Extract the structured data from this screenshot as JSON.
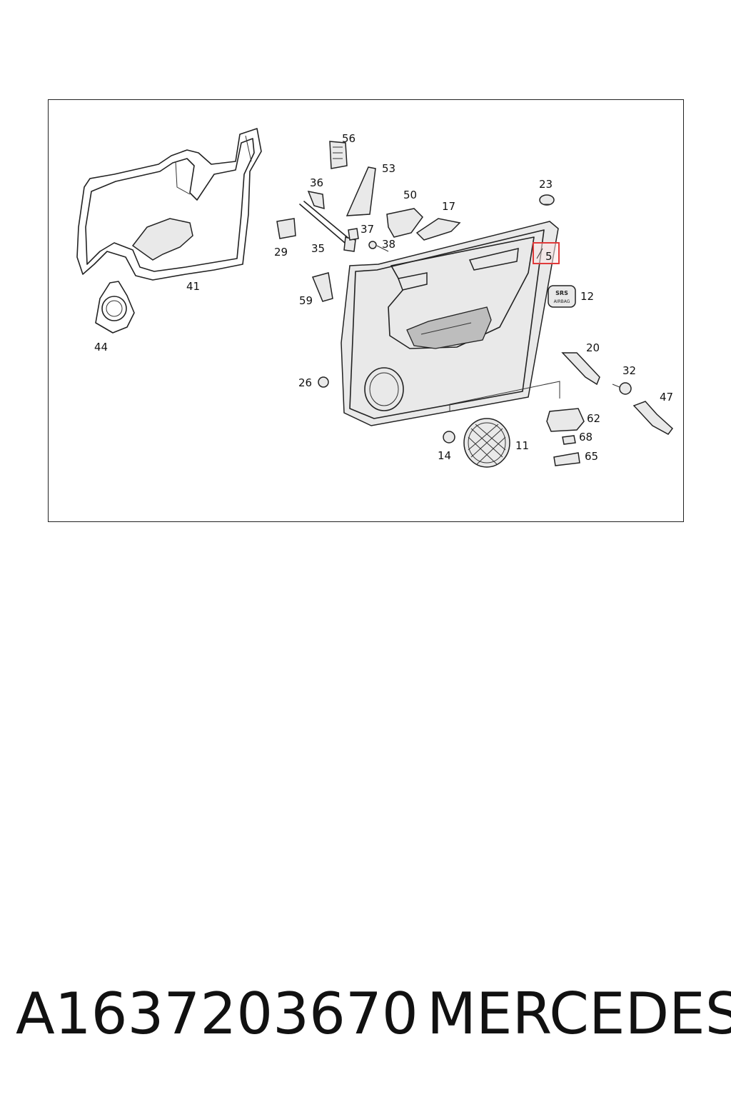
{
  "diagram": {
    "highlighted_callout": "5",
    "highlight_color": "#e03a3a",
    "callouts": {
      "c56": "56",
      "c53": "53",
      "c36": "36",
      "c50": "50",
      "c17": "17",
      "c23": "23",
      "c29": "29",
      "c35": "35",
      "c37": "37",
      "c38": "38",
      "c5": "5",
      "c41": "41",
      "c59": "59",
      "c12": "12",
      "c44": "44",
      "c20": "20",
      "c32": "32",
      "c26": "26",
      "c47": "47",
      "c62": "62",
      "c68": "68",
      "c11": "11",
      "c14": "14",
      "c65": "65"
    },
    "airbag_label_1": "SRS",
    "airbag_label_2": "AIRBAG"
  },
  "footer": {
    "part_number": "A1637203670",
    "brand": "MERCEDES"
  }
}
